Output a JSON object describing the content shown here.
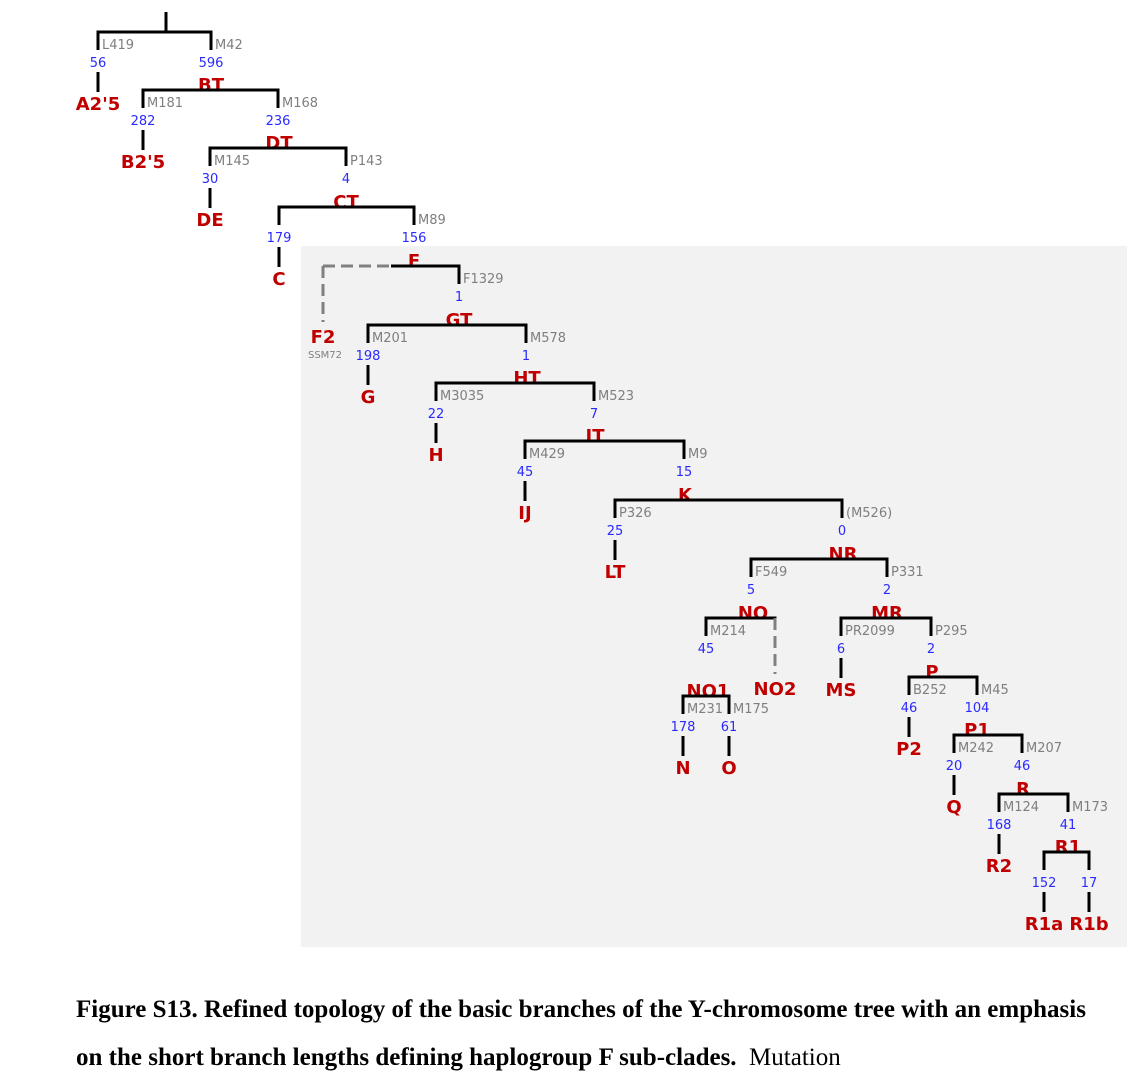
{
  "colors": {
    "marker": "#7f7f7f",
    "count": "#2a2aff",
    "label": "#c00000",
    "zero_count": "#000000",
    "faded_label": "#d9d9d9",
    "highlight_bg": "#f2f2f2"
  },
  "splits": [
    {
      "node": "",
      "left": {
        "marker": "L419",
        "count": "56",
        "tip": "A2'5"
      },
      "right": {
        "marker": "M42",
        "count": "596"
      }
    },
    {
      "node": "BT",
      "left": {
        "marker": "M181",
        "count": "282",
        "tip": "B2'5"
      },
      "right": {
        "marker": "M168",
        "count": "236"
      }
    },
    {
      "node": "DT",
      "left": {
        "marker": "M145",
        "count": "30",
        "tip": "DE"
      },
      "right": {
        "marker": "P143",
        "count": "4"
      }
    },
    {
      "node": "CT",
      "left": {
        "count": "179",
        "tip": "C"
      },
      "right": {
        "marker": "M89",
        "count": "156"
      }
    },
    {
      "node": "F",
      "left": {
        "tip": "F2",
        "sub": "SSM72"
      },
      "right": {
        "marker": "F1329",
        "count": "1"
      }
    },
    {
      "node": "GT",
      "left": {
        "marker": "M201",
        "count": "198",
        "tip": "G"
      },
      "right": {
        "marker": "M578",
        "count": "1"
      }
    },
    {
      "node": "HT",
      "left": {
        "marker": "M3035",
        "count": "22",
        "tip": "H"
      },
      "right": {
        "marker": "M523",
        "count": "7"
      }
    },
    {
      "node": "IT",
      "left": {
        "marker": "M429",
        "count": "45",
        "tip": "IJ"
      },
      "right": {
        "marker": "M9",
        "count": "15"
      }
    },
    {
      "node": "K",
      "left": {
        "marker": "P326",
        "count": "25",
        "tip": "LT"
      },
      "right": {
        "marker": "(M526)",
        "count": "0",
        "count_color": "#000000"
      }
    },
    {
      "node": "NR",
      "left": {
        "marker": "F549",
        "count": "5"
      },
      "right": {
        "marker": "P331",
        "count": "2",
        "count_color": "#000000"
      }
    },
    {
      "node": "NO",
      "left": {
        "marker": "M214",
        "count": "45"
      },
      "right": {
        "tip": "NO2"
      }
    },
    {
      "node": "MR",
      "left": {
        "marker": "PR2099",
        "count": "6",
        "tip": "MS"
      },
      "right": {
        "marker": "P295",
        "count": "2",
        "count_color": "#000000"
      }
    },
    {
      "node": "NO1",
      "left": {
        "marker": "M231",
        "count": "178",
        "tip": "N"
      },
      "right": {
        "marker": "M175",
        "count": "61",
        "tip": "O"
      }
    },
    {
      "node": "P",
      "left": {
        "marker": "B252",
        "count": "46",
        "tip": "P2"
      },
      "right": {
        "marker": "M45",
        "count": "104"
      }
    },
    {
      "node": "P1",
      "left": {
        "marker": "M242",
        "count": "20",
        "tip": "Q"
      },
      "right": {
        "marker": "M207",
        "count": "46"
      }
    },
    {
      "node": "R",
      "left": {
        "marker": "M124",
        "count": "168",
        "tip": "R2"
      },
      "right": {
        "marker": "M173",
        "count": "41"
      }
    },
    {
      "node": "R1",
      "left": {
        "count": "152",
        "tip": "R1a"
      },
      "right": {
        "count": "17",
        "tip": "R1b"
      }
    }
  ],
  "caption": {
    "bold": "Figure S13. Refined topology of the basic branches of the Y-chromosome tree with an emphasis on the short branch lengths defining haplogroup F sub-clades.",
    "normal": "Mutation"
  }
}
